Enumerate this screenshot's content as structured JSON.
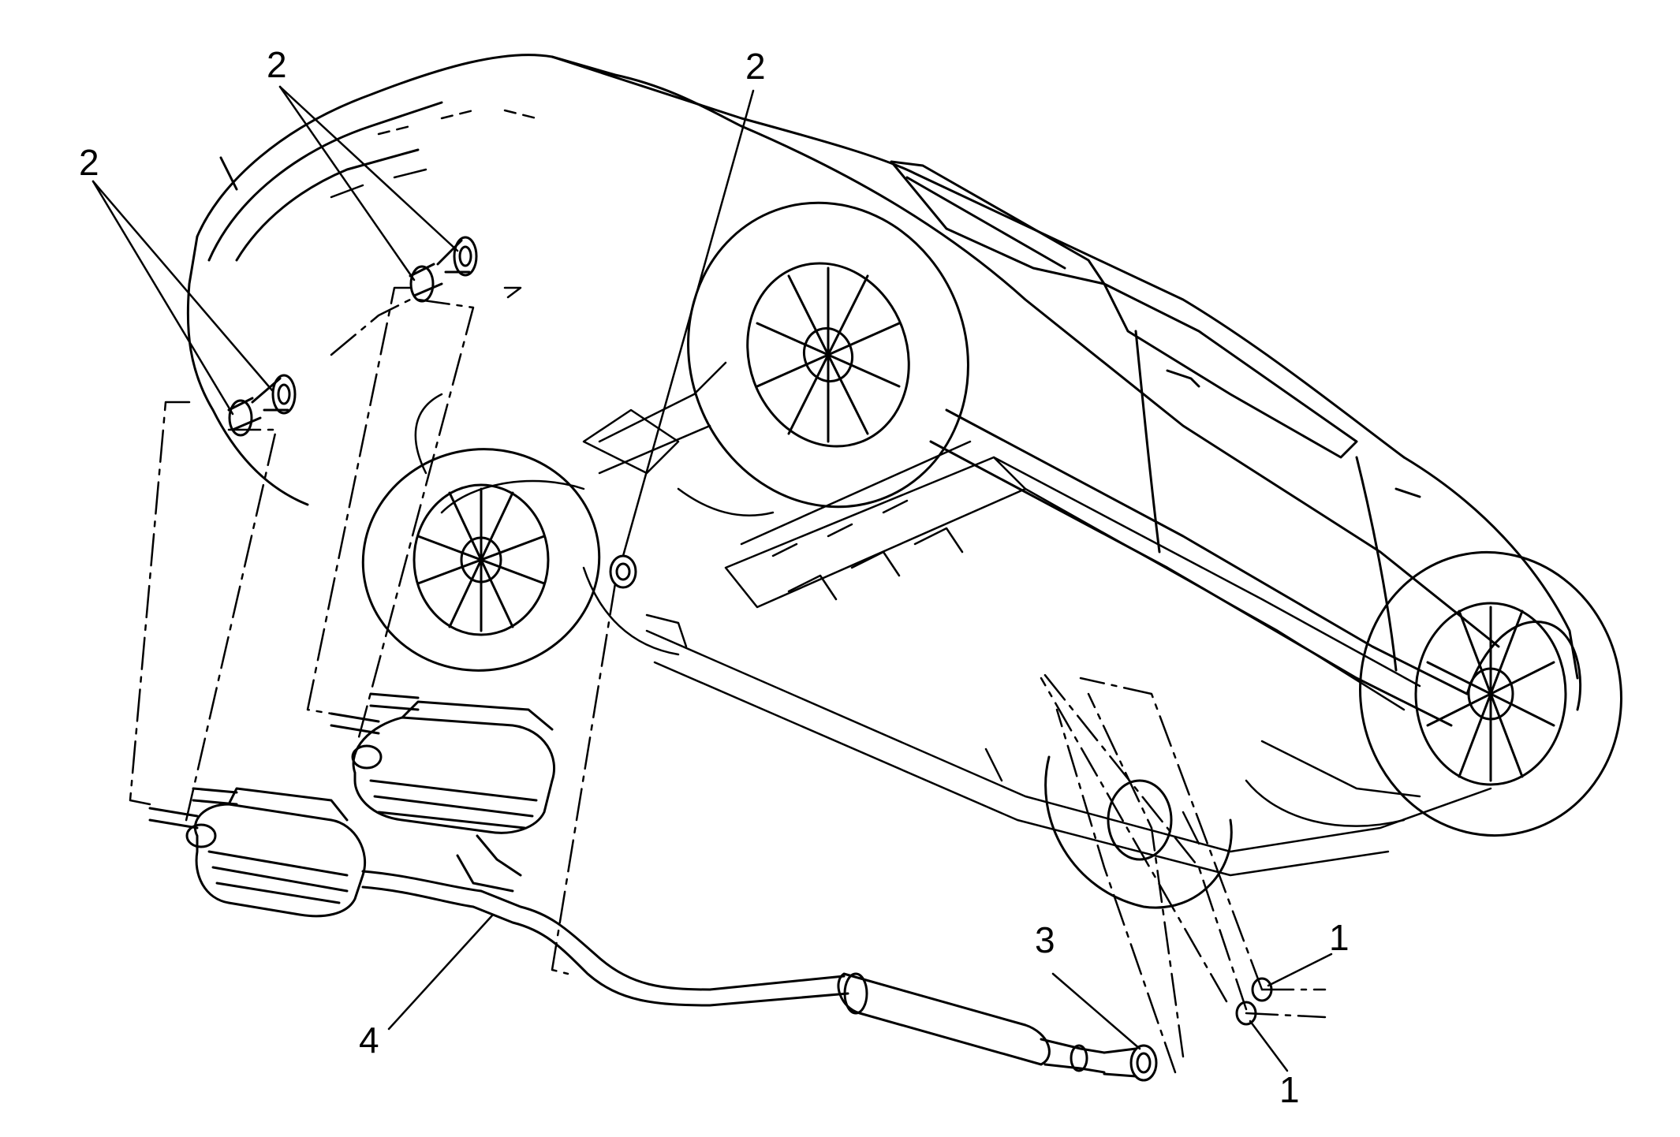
{
  "callouts": {
    "c2_left": "2",
    "c2_upper_left": "2",
    "c2_top_center": "2",
    "c1_upper": "1",
    "c1_lower": "1",
    "c3": "3",
    "c4": "4"
  },
  "colors": {
    "line": "#000000",
    "background": "#ffffff"
  }
}
